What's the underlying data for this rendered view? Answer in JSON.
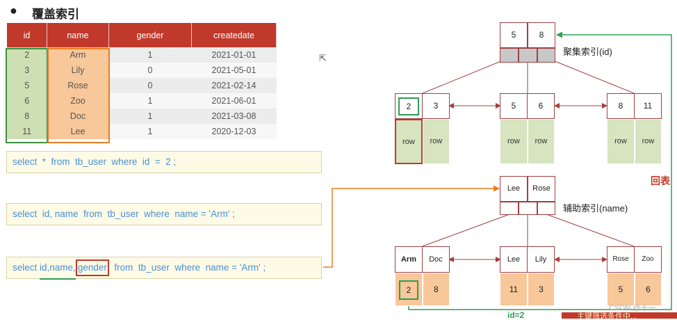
{
  "title": "覆盖索引",
  "table": {
    "headers": [
      "id",
      "name",
      "gender",
      "createdate"
    ],
    "rows": [
      [
        "2",
        "Arm",
        "1",
        "2021-01-01"
      ],
      [
        "3",
        "Lily",
        "0",
        "2021-05-01"
      ],
      [
        "5",
        "Rose",
        "0",
        "2021-02-14"
      ],
      [
        "6",
        "Zoo",
        "1",
        "2021-06-01"
      ],
      [
        "8",
        "Doc",
        "1",
        "2021-03-08"
      ],
      [
        "11",
        "Lee",
        "1",
        "2020-12-03"
      ]
    ]
  },
  "queries": {
    "q1": "select  *  from  tb_user  where  id  =  2 ;",
    "q2": "select  id, name  from  tb_user  where  name = 'Arm' ;",
    "q3_select": "select ",
    "q3_cols": "id,name,",
    "q3_gender": "gender",
    "q3_rest": "  from  tb_user  where  name = 'Arm' ;"
  },
  "clustered": {
    "label": "聚集索引(id)",
    "root": [
      "5",
      "8"
    ],
    "leaf1": [
      "2",
      "3"
    ],
    "leaf2": [
      "5",
      "6"
    ],
    "leaf3": [
      "8",
      "11"
    ],
    "row_label": "row"
  },
  "secondary": {
    "label": "辅助索引(name)",
    "root": [
      "Lee",
      "Rose"
    ],
    "leaf1_keys": [
      "Arm",
      "Doc"
    ],
    "leaf1_vals": [
      "2",
      "8"
    ],
    "leaf2_keys": [
      "Lee",
      "Lily"
    ],
    "leaf2_vals": [
      "11",
      "3"
    ],
    "leaf3_keys": [
      "Rose",
      "Zoo"
    ],
    "leaf3_vals": [
      "5",
      "6"
    ]
  },
  "annotations": {
    "lookback": "回表 ",
    "id_eq": "id=2",
    "watermark": "CSDN @十一",
    "banner": "主键筛选条件中..."
  },
  "colors": {
    "header_red": "#c0392b",
    "row_green": "#d6e4bf",
    "value_orange": "#f8c79a",
    "link_green": "#2e9e55",
    "link_orange": "#e67e22",
    "tree_red": "#a04040"
  }
}
